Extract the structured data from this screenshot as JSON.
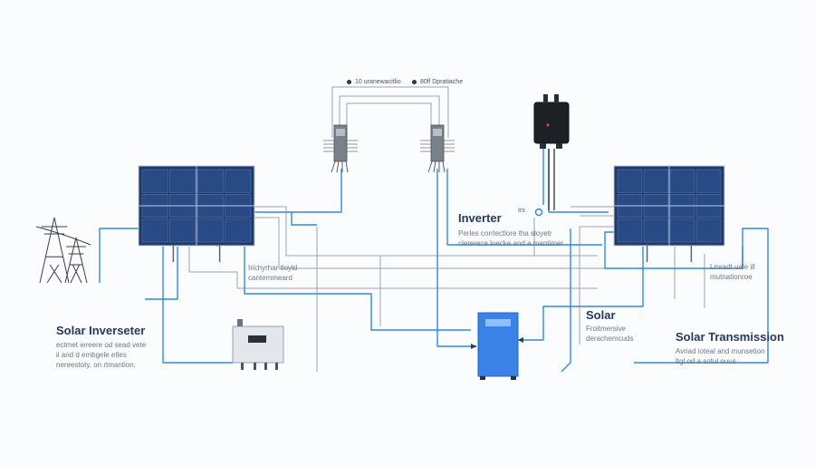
{
  "colors": {
    "wire_blue": "#2f8ae0",
    "wire_gray": "#9aa3ad",
    "panel": "#1f3a6b",
    "panel_cell": "#284b86",
    "battery": "#3b82e6",
    "inverter_body": "#e3e6ea",
    "heading": "#243a5e"
  },
  "legend": {
    "item1": "10 uranewacitlio",
    "item2": "80fl Dpratiache"
  },
  "labels": {
    "inverter": {
      "title": "Inverter",
      "line1": "Perles corrlectlore tha sloyetr",
      "line2": "clererece loecke and a mantimer"
    },
    "inverter_tag": "Irs",
    "mid_left_note": {
      "line1": "Irichyrhar tloyld",
      "line2": "cantemmeard"
    },
    "solar_inverter": {
      "title": "Solar Inverseter",
      "line1": "ectmet iereere od sead vete",
      "line2": "ii and d embgele etles",
      "line3": "nereestoty, on rtmantion."
    },
    "solar_mid": {
      "title": "Solar",
      "line1": "Froitmersive",
      "line2": "derachemcuds"
    },
    "right_note": {
      "line1": "Lmradt uale ill",
      "line2": "mutnationroe"
    },
    "solar_transmission": {
      "title": "Solar Transmission",
      "line1": "Avriad ioteal and munsetion",
      "line2": "ltgl od a sotul ouus"
    }
  },
  "icons": {
    "pylon": "power-pylon-icon",
    "panel": "solar-panel-icon",
    "inverter": "inverter-box-icon",
    "battery": "battery-cabinet-icon",
    "junction": "junction-box-icon",
    "disconnect": "disconnect-switch-icon"
  }
}
